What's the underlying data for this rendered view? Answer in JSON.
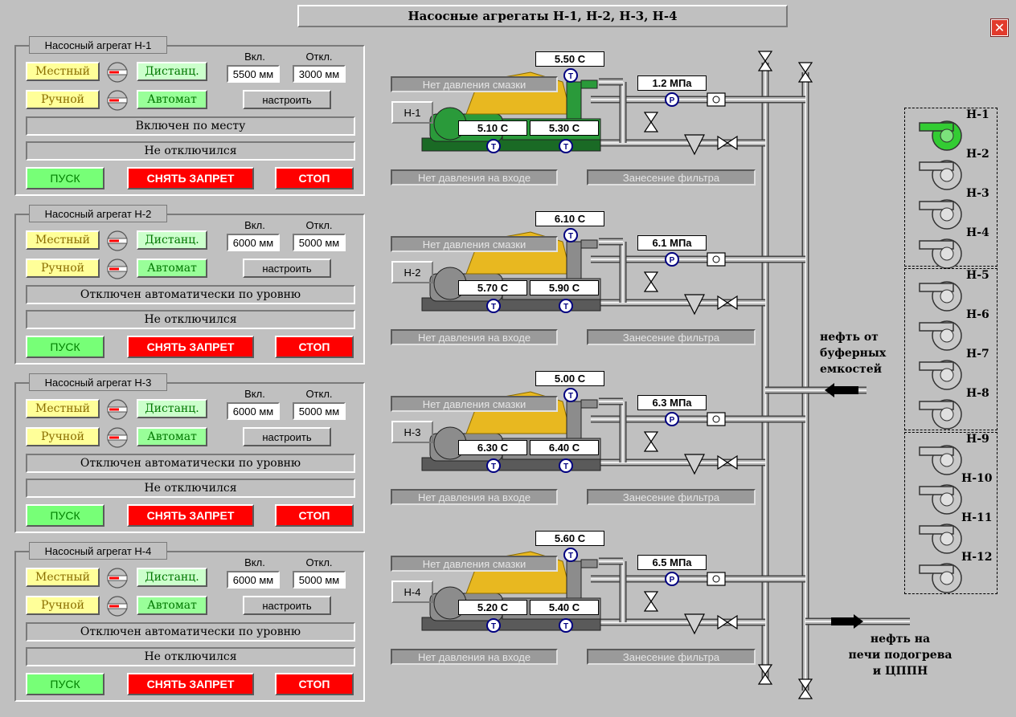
{
  "window": {
    "title": "Насосные агрегаты Н-1, Н-2, Н-3, Н-4",
    "close_label": "✕"
  },
  "labels": {
    "on_caption": "Вкл.",
    "off_caption": "Откл.",
    "local": "Местный",
    "remote": "Дистанц.",
    "manual": "Ручной",
    "auto": "Автомат",
    "configure": "настроить",
    "start": "ПУСК",
    "unlock": "СНЯТЬ ЗАПРЕТ",
    "stop": "СТОП"
  },
  "panels": [
    {
      "title": "Насосный агрегат Н-1",
      "on_value": "5500 мм",
      "off_value": "3000 мм",
      "status": "Включен по месту",
      "status2": "Не отключился",
      "manual_active": true
    },
    {
      "title": "Насосный агрегат Н-2",
      "on_value": "6000 мм",
      "off_value": "5000 мм",
      "status": "Отключен автоматически по уровню",
      "status2": "Не отключился",
      "manual_active": false
    },
    {
      "title": "Насосный агрегат Н-3",
      "on_value": "6000 мм",
      "off_value": "5000 мм",
      "status": "Отключен автоматически по уровню",
      "status2": "Не отключился",
      "manual_active": false
    },
    {
      "title": "Насосный агрегат Н-4",
      "on_value": "6000 мм",
      "off_value": "5000 мм",
      "status": "Отключен автоматически по уровню",
      "status2": "Не отключился",
      "manual_active": false
    }
  ],
  "alarms": {
    "lube": "Нет давления смазки",
    "inlet": "Нет давления на входе",
    "filter": "Занесение фильтра"
  },
  "pumps": [
    {
      "tag": "Н-1",
      "t_top": "5.50  С",
      "pressure": "1.2   МПа",
      "t_left": "5.10  С",
      "t_right": "5.30  С",
      "running": true
    },
    {
      "tag": "Н-2",
      "t_top": "6.10  С",
      "pressure": "6.1   МПа",
      "t_left": "5.70  С",
      "t_right": "5.90  С",
      "running": false
    },
    {
      "tag": "Н-3",
      "t_top": "5.00  С",
      "pressure": "6.3   МПа",
      "t_left": "6.30  С",
      "t_right": "6.40  С",
      "running": false
    },
    {
      "tag": "Н-4",
      "t_top": "5.60  С",
      "pressure": "6.5   МПа",
      "t_left": "5.20  С",
      "t_right": "5.40  С",
      "running": false
    }
  ],
  "sensor_letters": {
    "temp": "T",
    "pressure": "P"
  },
  "notes": {
    "inflow": [
      "нефть от",
      "буферных",
      "емкостей"
    ],
    "outflow": [
      "нефть на",
      "печи подогрева",
      "и ЦППН"
    ]
  },
  "legend": {
    "groups": [
      [
        "Н-1",
        "Н-2",
        "Н-3",
        "Н-4"
      ],
      [
        "Н-5",
        "Н-6",
        "Н-7",
        "Н-8"
      ],
      [
        "Н-9",
        "Н-10",
        "Н-11",
        "Н-12"
      ]
    ],
    "active": "Н-1"
  },
  "colors": {
    "running": "#33cc33",
    "stopped": "#8c8c8c",
    "pipe": "#9a9a9a",
    "alarm_red": "#ff0000"
  }
}
